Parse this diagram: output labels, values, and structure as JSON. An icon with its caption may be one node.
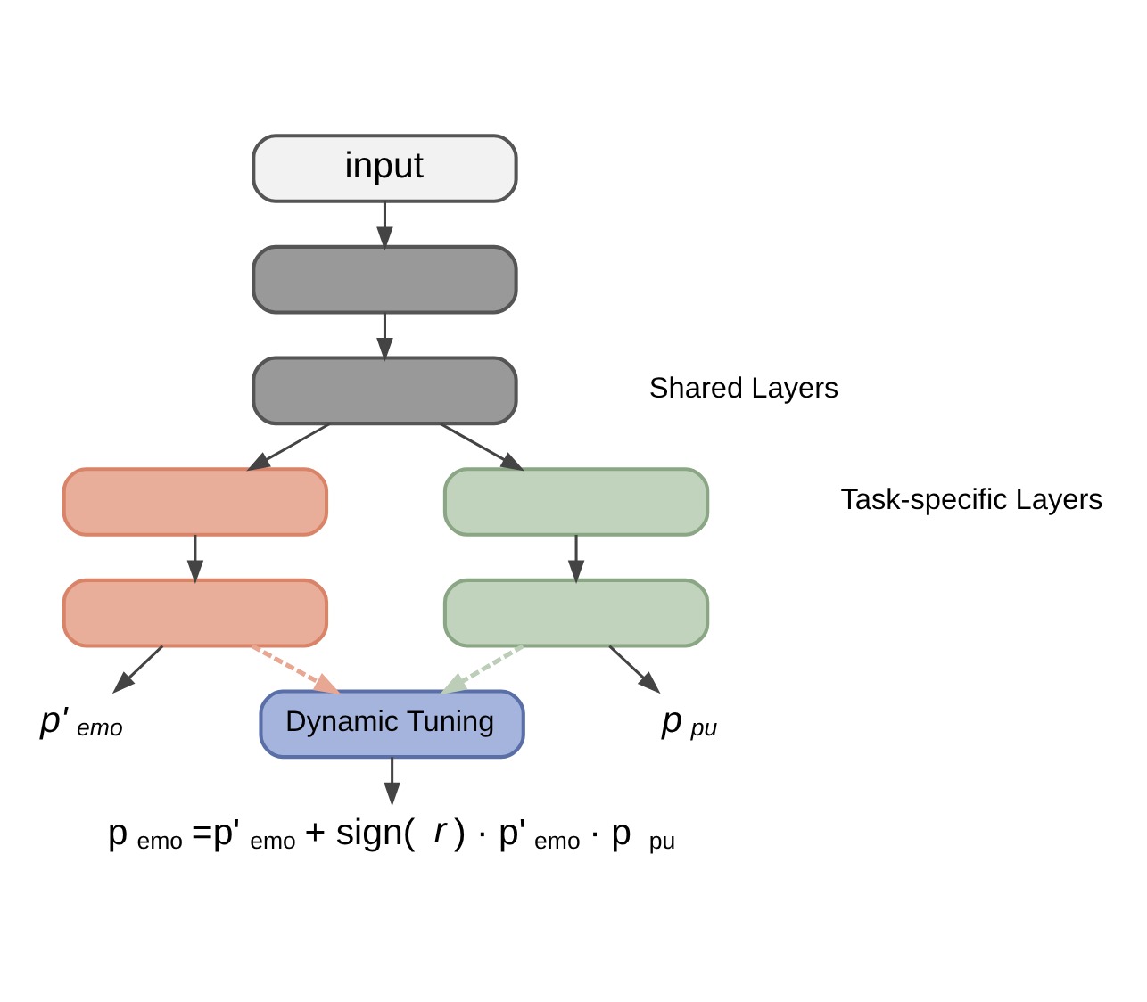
{
  "diagram": {
    "nodes": [
      {
        "text": [
          "input"
        ]
      },
      {
        "text": [],
        "shape": "box"
      },
      {
        "text": [],
        "shape": "box"
      },
      {
        "text": [],
        "shape": "box"
      },
      {
        "text": [],
        "shape": "box"
      },
      {
        "text": [],
        "shape": "box"
      },
      {
        "text": [],
        "shape": "box"
      },
      {
        "text": [
          "p'$_{emo}$"
        ]
      },
      {
        "text": [
          "p$_{pu}$"
        ]
      },
      {
        "text": [
          "Dynamic Tuning"
        ]
      },
      {
        "text": [
          "p$_{emo}$=p'$_{emo}$ + sign(*r*) · p'$_{emo}$ · p$_{pu}$"
        ]
      }
    ],
    "edges": [
      {
        "from": 0,
        "to": 1,
        "arrow": "to"
      },
      {
        "from": 1,
        "to": 2,
        "arrow": "to"
      },
      {
        "from": 2,
        "to": 3,
        "arrow": "to"
      },
      {
        "from": 2,
        "to": 4,
        "arrow": "to"
      },
      {
        "from": 3,
        "to": 5,
        "arrow": "to"
      },
      {
        "from": 4,
        "to": 6,
        "arrow": "to"
      },
      {
        "from": 5,
        "to": 7,
        "arrow": "to"
      },
      {
        "from": 6,
        "to": 8,
        "arrow": "to"
      },
      {
        "from": 5,
        "to": 9,
        "arrow": "to",
        "style": "dashed",
        "color": "#e8a793"
      },
      {
        "from": 6,
        "to": 9,
        "arrow": "to",
        "style": "dashed",
        "color": "#bccdb8"
      },
      {
        "from": 9,
        "to": 10,
        "arrow": "to"
      }
    ],
    "labels": [
      "Shared Layers",
      "Task-specific Layers"
    ]
  }
}
